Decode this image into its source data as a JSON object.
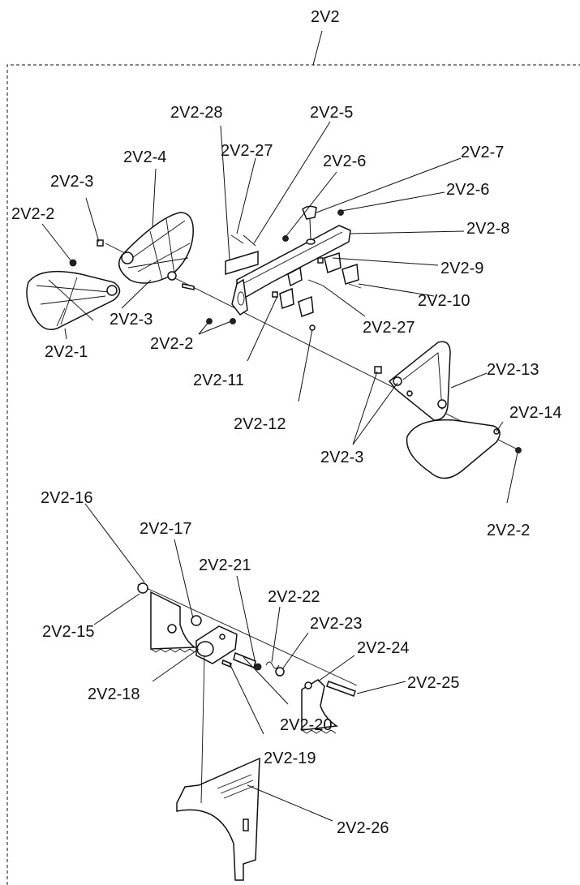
{
  "title": "2V2",
  "labels": {
    "l1": "2V2-1",
    "l2a": "2V2-2",
    "l2b": "2V2-2",
    "l2c": "2V2-2",
    "l3a": "2V2-3",
    "l3b": "2V2-3",
    "l3c": "2V2-3",
    "l4": "2V2-4",
    "l5": "2V2-5",
    "l6a": "2V2-6",
    "l6b": "2V2-6",
    "l7": "2V2-7",
    "l8": "2V2-8",
    "l9": "2V2-9",
    "l10": "2V2-10",
    "l11": "2V2-11",
    "l12": "2V2-12",
    "l13": "2V2-13",
    "l14": "2V2-14",
    "l15": "2V2-15",
    "l16": "2V2-16",
    "l17": "2V2-17",
    "l18": "2V2-18",
    "l19": "2V2-19",
    "l20": "2V2-20",
    "l21": "2V2-21",
    "l22": "2V2-22",
    "l23": "2V2-23",
    "l24": "2V2-24",
    "l25": "2V2-25",
    "l26": "2V2-26",
    "l27a": "2V2-27",
    "l27b": "2V2-27",
    "l28": "2V2-28"
  }
}
